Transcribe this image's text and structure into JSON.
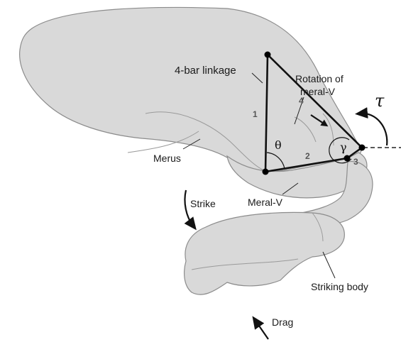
{
  "labels": {
    "linkage": "4-bar linkage",
    "rotation_line1": "Rotation of",
    "rotation_line2": "meral-V",
    "merus": "Merus",
    "meral_v": "Meral-V",
    "strike": "Strike",
    "striking_body": "Striking body",
    "drag": "Drag"
  },
  "links": [
    "1",
    "2",
    "3",
    "4"
  ],
  "angles": {
    "theta": "θ",
    "gamma": "γ"
  },
  "torque": "τ",
  "colors": {
    "body_fill": "#d9d9d9",
    "outline": "#8c8c8c",
    "linkage": "#111111"
  }
}
